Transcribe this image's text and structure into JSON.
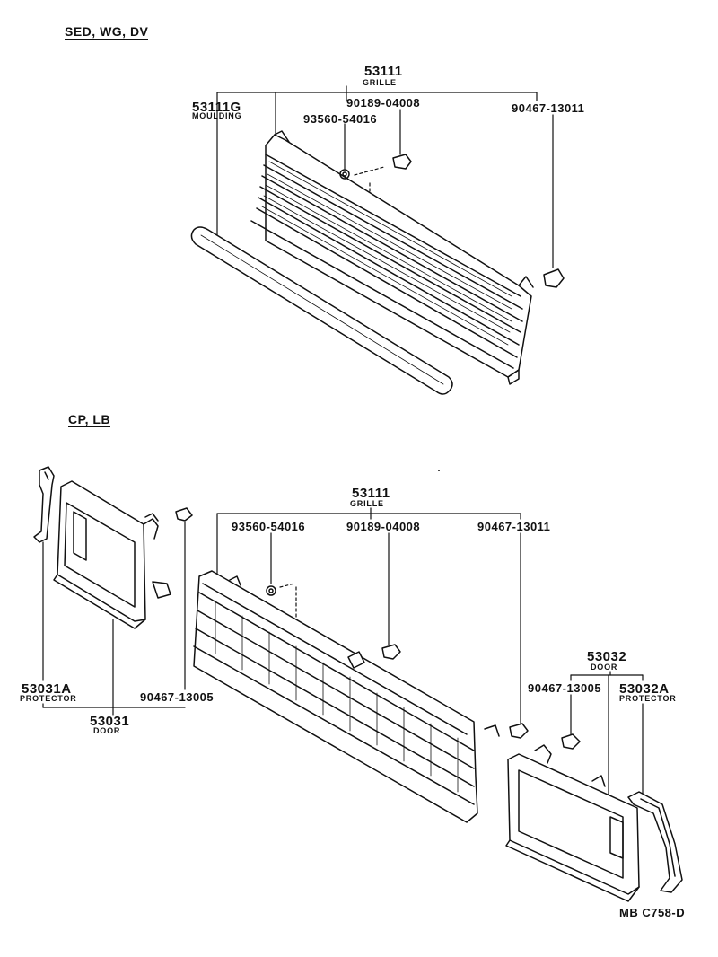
{
  "section_top": "SED, WG, DV",
  "section_bottom": "CP, LB",
  "top": {
    "grille_pn": "53111",
    "grille_name": "GRILLE",
    "moulding_pn": "53111G",
    "moulding_name": "MOULDING",
    "clip_pn": "90189-04008",
    "screw_pn": "93560-54016",
    "retainer_pn": "90467-13011"
  },
  "bottom": {
    "grille_pn": "53111",
    "grille_name": "GRILLE",
    "screw_pn": "93560-54016",
    "clip_pn": "90189-04008",
    "retainer_pn": "90467-13011",
    "left_protector_pn": "53031A",
    "left_protector_name": "PROTECTOR",
    "left_door_pn": "53031",
    "left_door_name": "DOOR",
    "left_clip_pn": "90467-13005",
    "right_door_pn": "53032",
    "right_door_name": "DOOR",
    "right_clip_pn": "90467-13005",
    "right_protector_pn": "53032A",
    "right_protector_name": "PROTECTOR"
  },
  "diagram_code": "MB C758-D"
}
